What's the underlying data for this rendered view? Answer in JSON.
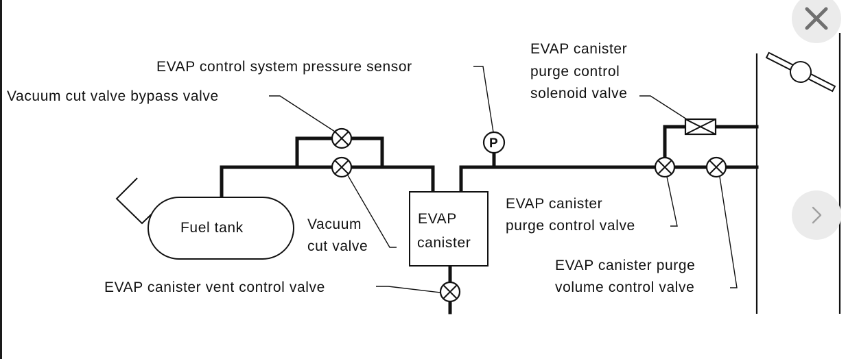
{
  "labels": {
    "pressure_sensor": "EVAP control system pressure sensor",
    "bypass_valve": "Vacuum cut valve bypass valve",
    "solenoid_line1": "EVAP canister",
    "solenoid_line2": "purge control",
    "solenoid_line3": "solenoid valve",
    "fuel_tank": "Fuel tank",
    "vacuum_cut_line1": "Vacuum",
    "vacuum_cut_line2": "cut valve",
    "canister_line1": "EVAP",
    "canister_line2": "canister",
    "purge_valve_line1": "EVAP canister",
    "purge_valve_line2": "purge control valve",
    "volume_valve_line1": "EVAP canister purge",
    "volume_valve_line2": "volume control valve",
    "vent_valve": "EVAP canister vent control valve",
    "sensor_symbol": "P"
  },
  "controls": {
    "close_icon": "close-icon",
    "next_icon": "chevron-right-icon"
  },
  "colors": {
    "line": "#111111",
    "button_bg": "#ebebeb",
    "button_icon": "#707070"
  }
}
